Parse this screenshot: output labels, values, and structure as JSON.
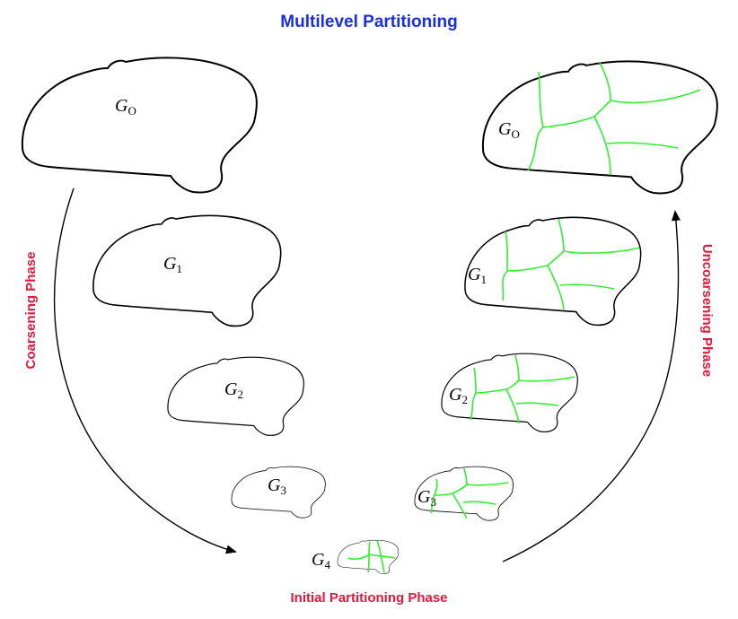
{
  "title": "Multilevel Partitioning",
  "phases": {
    "coarsening": "Coarsening Phase",
    "initial": "Initial Partitioning Phase",
    "uncoarsening": "Uncoarsening Phase"
  },
  "graph_letter": "G",
  "graphs_left": [
    {
      "id": "g0",
      "sub": "O"
    },
    {
      "id": "g1",
      "sub": "1"
    },
    {
      "id": "g2",
      "sub": "2"
    },
    {
      "id": "g3",
      "sub": "3"
    }
  ],
  "graph_bottom": {
    "id": "g4",
    "sub": "4"
  },
  "graphs_right": [
    {
      "id": "g0",
      "sub": "O"
    },
    {
      "id": "g1",
      "sub": "1"
    },
    {
      "id": "g2",
      "sub": "2"
    },
    {
      "id": "g3",
      "sub": "3"
    }
  ],
  "colors": {
    "title": "#1a2ee6",
    "phase": "#e8163a",
    "outline": "#000000",
    "partition": "#33ee33"
  }
}
